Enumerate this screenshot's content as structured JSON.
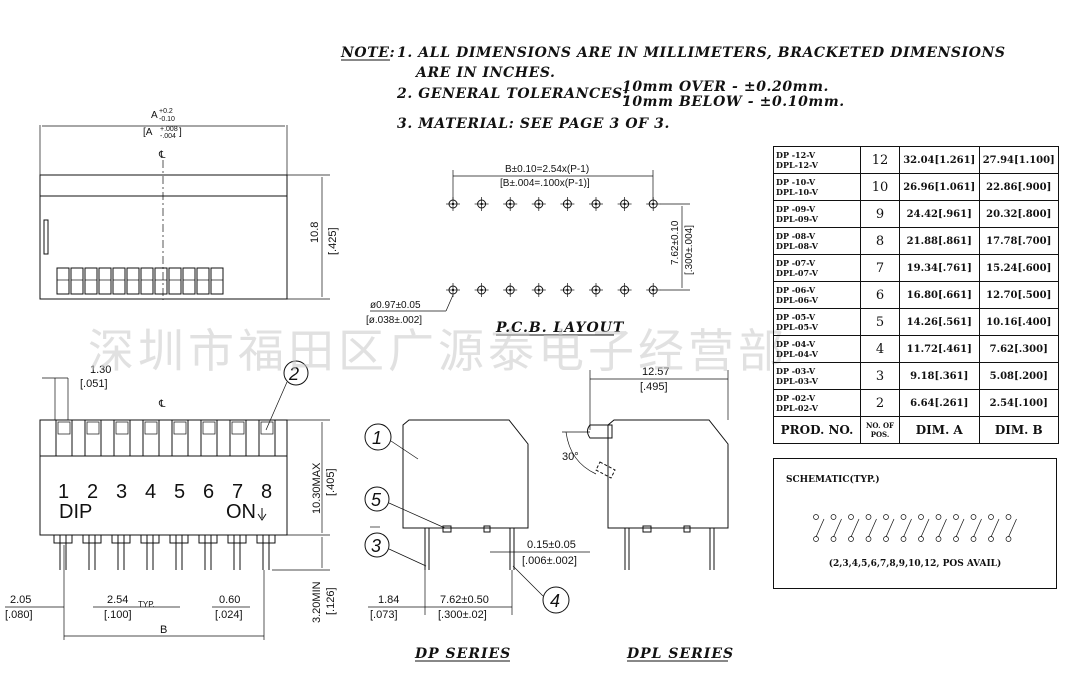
{
  "notes": {
    "heading": "NOTE:",
    "line1": "1. ALL DIMENSIONS ARE IN MILLIMETERS, BRACKETED DIMENSIONS",
    "line1b": "ARE IN INCHES.",
    "line2": "2. GENERAL TOLERANCES:",
    "line2a": "10mm  OVER - ±0.20mm.",
    "line2b": "10mm BELOW - ±0.10mm.",
    "line3": "3. MATERIAL: SEE PAGE 3 OF 3."
  },
  "watermark": "深圳市福田区广源泰电子经营部",
  "top_view": {
    "dim_a": "A",
    "dim_a_tol_plus": "+0.2",
    "dim_a_tol_minus": "-0.10",
    "dim_a_in": "[A",
    "dim_a_in_plus": "+.008",
    "dim_a_in_minus": "-.004",
    "dim_a_in_close": "]",
    "centerline": "℄",
    "height": "10.8",
    "height_in": "[.425]"
  },
  "pcb": {
    "dim_b": "B±0.10=2.54x(P-1)",
    "dim_b_in": "[B±.004=.100x(P-1)]",
    "row_pitch": "7.62±0.10",
    "row_pitch_in": "[.300±.004]",
    "hole": "ø0.97±0.05",
    "hole_in": "[ø.038±.002]",
    "title": "P.C.B. LAYOUT"
  },
  "front_view": {
    "pitch_1": "1.30",
    "pitch_1_in": "[.051]",
    "centerline": "℄",
    "numbers": [
      "1",
      "2",
      "3",
      "4",
      "5",
      "6",
      "7",
      "8"
    ],
    "label_dip": "DIP",
    "label_on": "ON",
    "callout_2": "2",
    "height_max": "10.30MAX",
    "height_max_in": "[.405]",
    "pin_min": "3.20MIN",
    "pin_min_in": "[.126]",
    "edge": "2.05",
    "edge_in": "[.080]",
    "pitch": "2.54",
    "pitch_typ": "TYP.",
    "pitch_in": "[.100]",
    "pin_w": "0.60",
    "pin_w_in": "[.024]",
    "dim_b": "B"
  },
  "dp_side": {
    "callouts": [
      "1",
      "5",
      "3",
      "4"
    ],
    "dim_184": "1.84",
    "dim_184_in": "[.073]",
    "dim_762": "7.62±0.50",
    "dim_762_in": "[.300±.02]",
    "dim_015": "0.15±0.05",
    "dim_015_in": "[.006±.002]",
    "title": "DP SERIES"
  },
  "dpl_side": {
    "width": "12.57",
    "width_in": "[.495]",
    "angle": "30°",
    "title": "DPL SERIES"
  },
  "table": {
    "rows": [
      {
        "pn1": "DP -12-V",
        "pn2": "DPL-12-V",
        "pos": "12",
        "a": "32.04[1.261]",
        "b": "27.94[1.100]"
      },
      {
        "pn1": "DP -10-V",
        "pn2": "DPL-10-V",
        "pos": "10",
        "a": "26.96[1.061]",
        "b": "22.86[.900]"
      },
      {
        "pn1": "DP -09-V",
        "pn2": "DPL-09-V",
        "pos": "9",
        "a": "24.42[.961]",
        "b": "20.32[.800]"
      },
      {
        "pn1": "DP -08-V",
        "pn2": "DPL-08-V",
        "pos": "8",
        "a": "21.88[.861]",
        "b": "17.78[.700]"
      },
      {
        "pn1": "DP -07-V",
        "pn2": "DPL-07-V",
        "pos": "7",
        "a": "19.34[.761]",
        "b": "15.24[.600]"
      },
      {
        "pn1": "DP -06-V",
        "pn2": "DPL-06-V",
        "pos": "6",
        "a": "16.80[.661]",
        "b": "12.70[.500]"
      },
      {
        "pn1": "DP -05-V",
        "pn2": "DPL-05-V",
        "pos": "5",
        "a": "14.26[.561]",
        "b": "10.16[.400]"
      },
      {
        "pn1": "DP -04-V",
        "pn2": "DPL-04-V",
        "pos": "4",
        "a": "11.72[.461]",
        "b": "7.62[.300]"
      },
      {
        "pn1": "DP -03-V",
        "pn2": "DPL-03-V",
        "pos": "3",
        "a": "9.18[.361]",
        "b": "5.08[.200]"
      },
      {
        "pn1": "DP -02-V",
        "pn2": "DPL-02-V",
        "pos": "2",
        "a": "6.64[.261]",
        "b": "2.54[.100]"
      }
    ],
    "header": {
      "prod": "PROD. NO.",
      "pos1": "NO. OF",
      "pos2": "POS.",
      "a": "DIM. A",
      "b": "DIM. B"
    }
  },
  "schematic": {
    "title": "SCHEMATIC(TYP.)",
    "caption": "(2,3,4,5,6,7,8,9,10,12, POS AVAIL)"
  }
}
